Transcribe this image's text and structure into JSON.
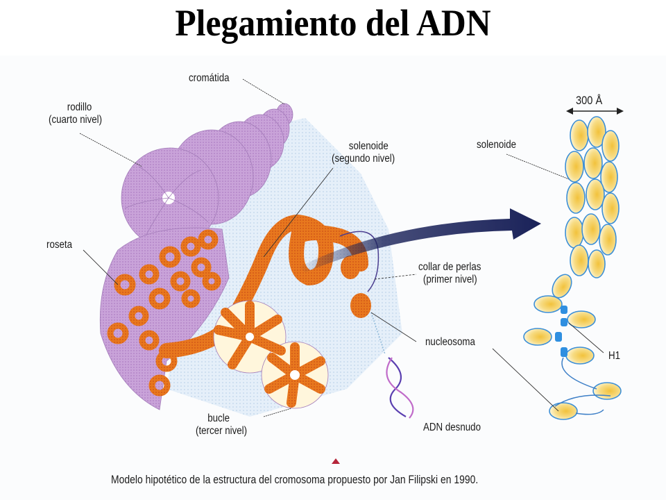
{
  "title": "Plegamiento del ADN",
  "labels": {
    "cromatida": "cromátida",
    "rodillo": "rodillo",
    "rodillo_nivel": "(cuarto nivel)",
    "solenoide_main": "solenoide",
    "solenoide_nivel": "(segundo nivel)",
    "roseta": "roseta",
    "collar": "collar de perlas",
    "collar_nivel": "(primer nivel)",
    "nucleosoma": "nucleosoma",
    "bucle": "bucle",
    "bucle_nivel": "(tercer nivel)",
    "adn_desnudo": "ADN desnudo",
    "solenoide_detail": "solenoide",
    "scale": "300 Å",
    "h1": "H1"
  },
  "caption": "Modelo hipotético de la estructura del cromosoma propuesto por Jan Filipski en 1990.",
  "colors": {
    "chromatid_purple": "#c9a3d9",
    "chromatin_orange": "#e8781e",
    "background_blue": "#d6e6f4",
    "arrow_navy": "#1a2259",
    "nucleosome_yellow": "#f3c94a",
    "dna_blue": "#3d8fd6",
    "marker_red": "#b5253a"
  }
}
